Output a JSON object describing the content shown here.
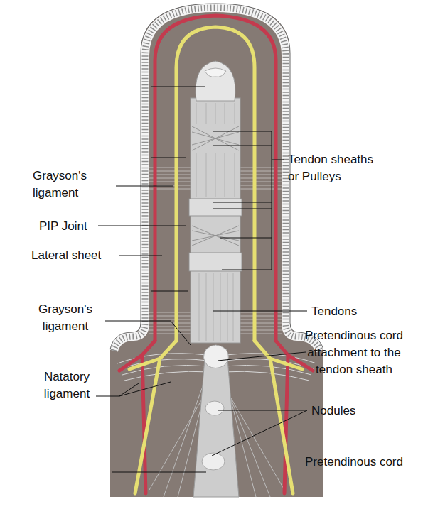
{
  "diagram": {
    "labels": [
      "Tendon sheaths or Pulleys",
      "Grayson's ligament",
      "PIP Joint",
      "Lateral sheet",
      "Tendons",
      "Grayson's ligament",
      "Pretendinous cord attachment to the tendon sheath",
      "Natatory ligament",
      "Nodules",
      "Pretendinous cord"
    ]
  }
}
